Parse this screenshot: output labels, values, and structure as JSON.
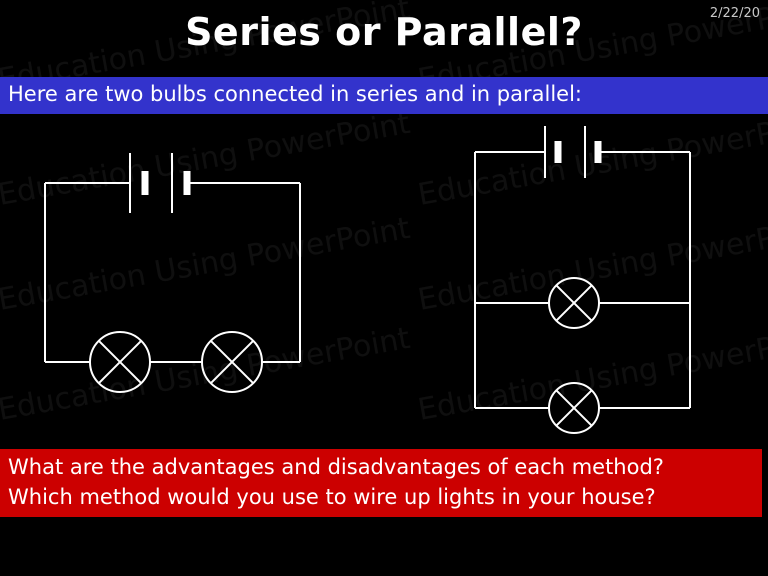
{
  "slide": {
    "date": "2/22/20",
    "title": "Series or Parallel?",
    "intro": "Here are two bulbs connected in series and in parallel:",
    "questions": [
      "What are the advantages and disadvantages of each method?",
      "Which method would you use to wire up lights in your house?"
    ],
    "watermark": "Education Using PowerPoint"
  },
  "colors": {
    "background": "#000000",
    "intro_bar": "#3333cc",
    "question_box": "#cc0000",
    "wire": "#ffffff"
  },
  "diagrams": {
    "series": {
      "bulbs": 2,
      "cells": 2
    },
    "parallel": {
      "bulbs": 2,
      "cells": 2
    }
  }
}
